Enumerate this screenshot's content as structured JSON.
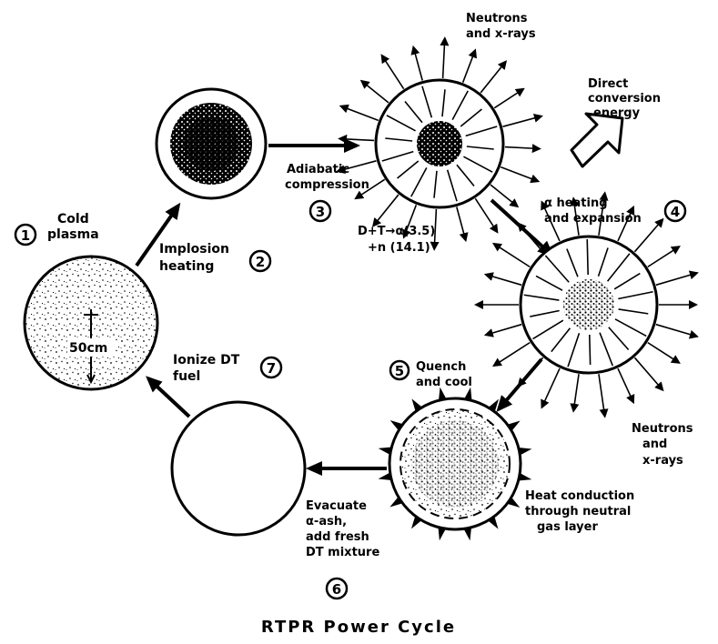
{
  "diagram": {
    "title": "RTPR Power Cycle",
    "steps": {
      "s1": {
        "num": "1",
        "line1": "Cold",
        "line2": "plasma",
        "size": "50cm"
      },
      "s2": {
        "num": "2",
        "line1": "Implosion",
        "line2": "heating"
      },
      "s3": {
        "num": "3",
        "line1": "Adiabatic",
        "line2": "compression"
      },
      "reaction": {
        "line1": "D+T→α(3.5)",
        "line2": "+n (14.1)"
      },
      "burn_emission": {
        "line1": "Neutrons",
        "line2": "and x-rays"
      },
      "direct": {
        "line1": "Direct",
        "line2": "conversion",
        "line3": "energy"
      },
      "s4": {
        "num": "4",
        "line1": "α heating",
        "line2": "and expansion"
      },
      "s4_emission": {
        "line1": "Neutrons",
        "line2": "and",
        "line3": "x-rays"
      },
      "s5": {
        "num": "5",
        "line1": "Quench",
        "line2": "and cool"
      },
      "heat": {
        "line1": "Heat conduction",
        "line2": "through neutral",
        "line3": "gas layer"
      },
      "s6": {
        "num": "6",
        "line1": "Evacuate",
        "line2": "α-ash,",
        "line3": "add fresh",
        "line4": "DT mixture"
      },
      "s7": {
        "num": "7",
        "line1": "Ionize DT",
        "line2": "fuel"
      }
    }
  }
}
